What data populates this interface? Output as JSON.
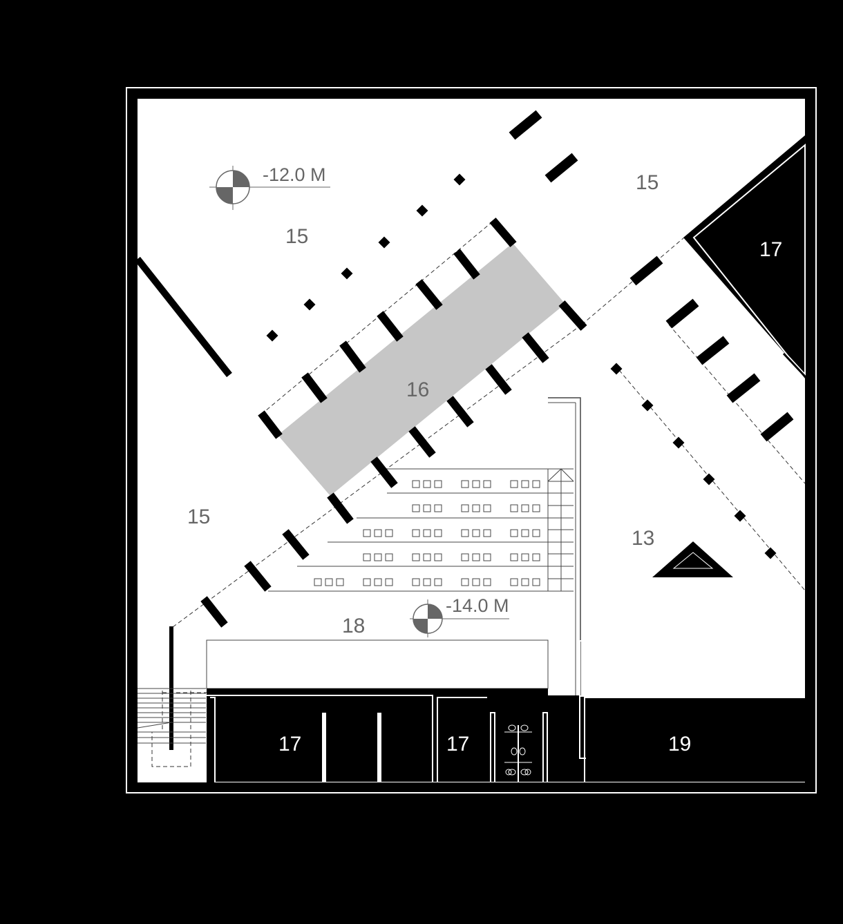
{
  "plan": {
    "level_markers": [
      {
        "id": "upper",
        "text": "-12.0 M"
      },
      {
        "id": "lower",
        "text": "-14.0 M"
      }
    ],
    "room_labels": {
      "r15_a": "15",
      "r15_b": "15",
      "r15_c": "15",
      "r16": "16",
      "r13": "13",
      "r17_a": "17",
      "r17_b": "17",
      "r17_c": "17",
      "r18": "18",
      "r19": "19"
    },
    "colors": {
      "background": "#000000",
      "floor": "#ffffff",
      "void": "#c6c6c6",
      "label": "#666666"
    }
  }
}
